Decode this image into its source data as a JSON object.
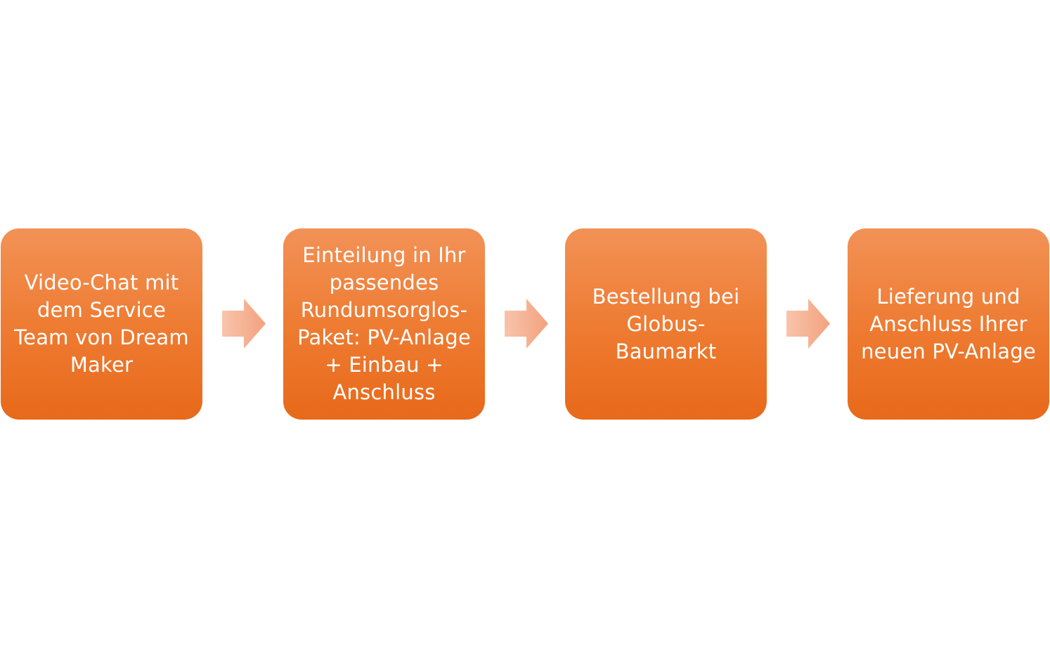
{
  "steps": [
    {
      "text": "Video-Chat mit\ndem Service\nTeam von Dream\nMaker"
    },
    {
      "text": "Einteilung in Ihr\npassendes\nRundumsorglos-\nPaket: PV-Anlage\n+ Einbau +\nAnschluss"
    },
    {
      "text": "Bestellung bei\nGlobus-\nBaumarkt"
    },
    {
      "text": "Lieferung und\nAnschluss Ihrer\nneuen PV-Anlage"
    }
  ],
  "colors": {
    "box_top": "#f29257",
    "box_bottom": "#e8691a",
    "text": "#ffffff",
    "arrow_left": "#f8c4ac",
    "arrow_right": "#f3a27e"
  }
}
